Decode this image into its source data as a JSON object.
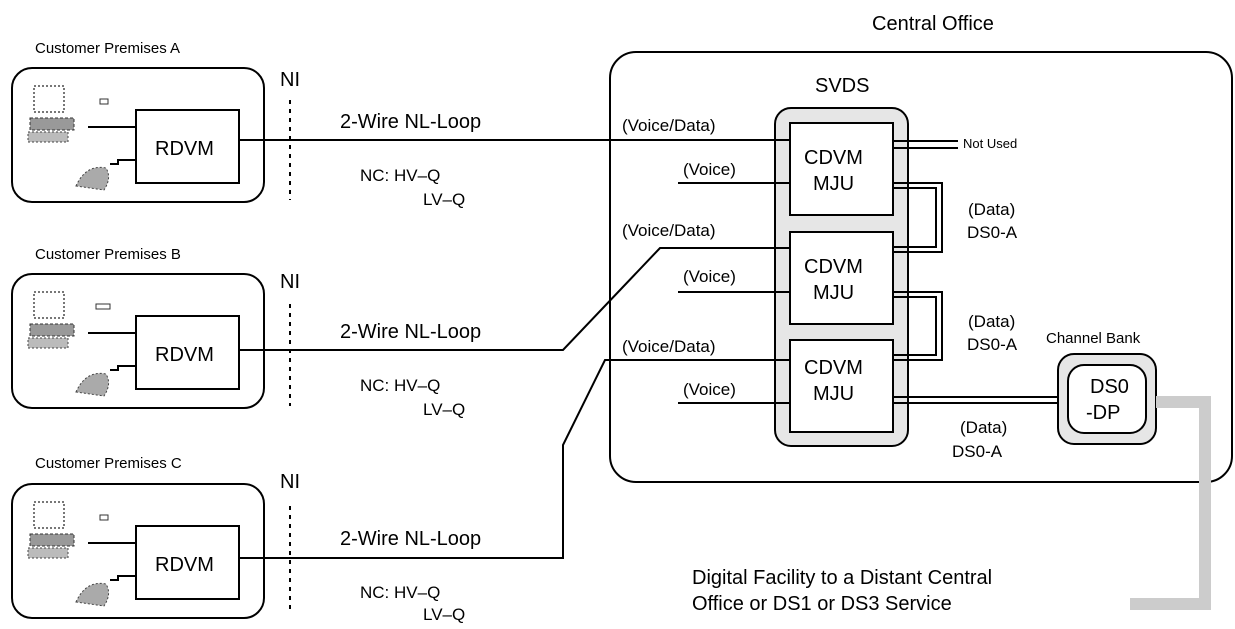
{
  "central_office": {
    "title": "Central Office",
    "svds_label": "SVDS",
    "not_used": "Not Used",
    "channel_bank": "Channel Bank",
    "ds0dp_line1": "DS0",
    "ds0dp_line2": "-DP",
    "voice_data": "(Voice/Data)",
    "voice": "(Voice)",
    "data": "(Data)",
    "ds0a": "DS0-A",
    "cdvm": "CDVM",
    "mju": "MJU"
  },
  "premises": [
    {
      "title": "Customer Premises A",
      "device": "RDVM",
      "ni": "NI",
      "loop": "2-Wire NL-Loop",
      "nc1": "NC: HV–Q",
      "nc2": "LV–Q"
    },
    {
      "title": "Customer Premises B",
      "device": "RDVM",
      "ni": "NI",
      "loop": "2-Wire NL-Loop",
      "nc1": "NC: HV–Q",
      "nc2": "LV–Q"
    },
    {
      "title": "Customer Premises C",
      "device": "RDVM",
      "ni": "NI",
      "loop": "2-Wire NL-Loop",
      "nc1": "NC: HV–Q",
      "nc2": "LV–Q"
    }
  ],
  "digital_facility": {
    "line1": "Digital Facility to a Distant Central",
    "line2": "Office or DS1 or DS3 Service"
  },
  "colors": {
    "line": "#000000",
    "svds_fill": "#e6e6e6",
    "facility_bracket": "#cccccc"
  }
}
